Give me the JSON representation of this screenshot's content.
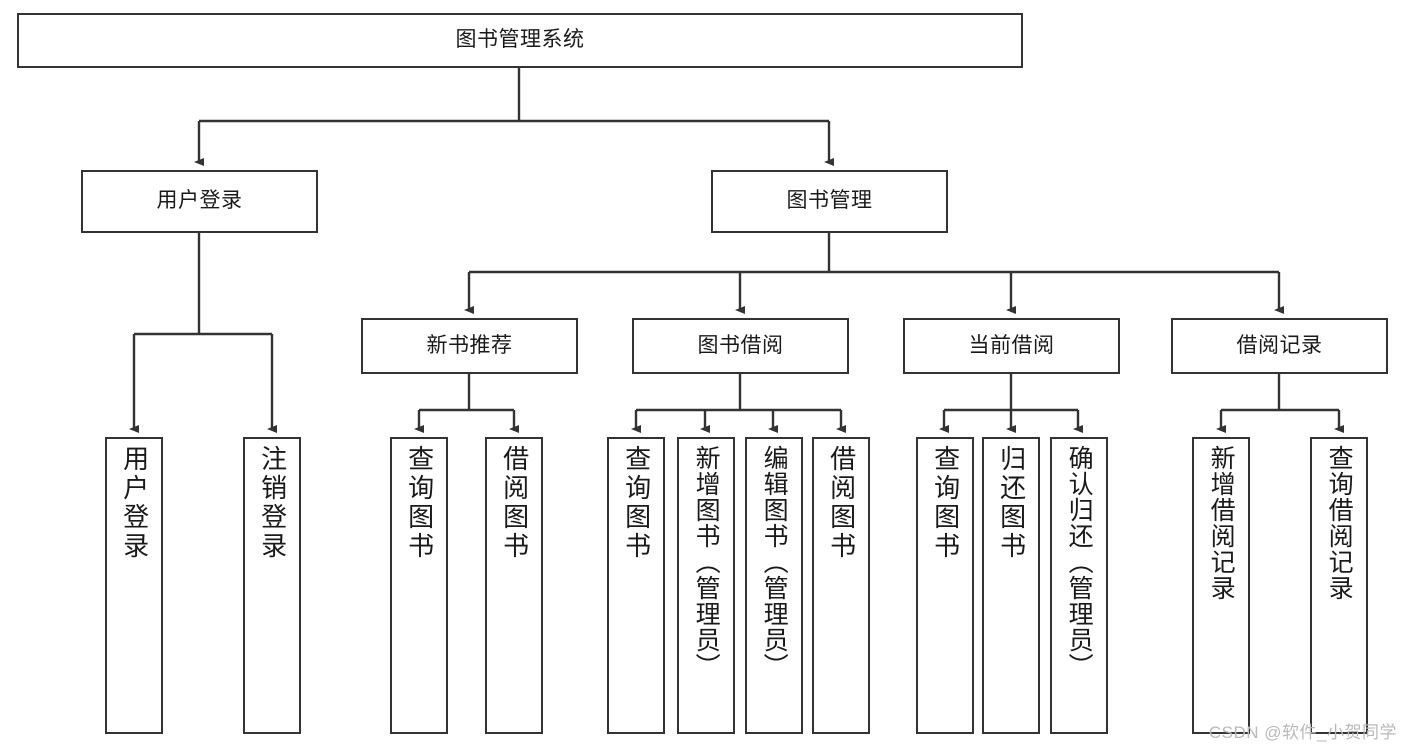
{
  "diagram": {
    "type": "tree-hierarchy",
    "title": "图书管理系统",
    "watermark": "CSDN @软件_小贺同学",
    "colors": {
      "node_border": "#333333",
      "node_fill": "#ffffff",
      "edge": "#333333",
      "text": "#1a1a1a",
      "watermark": "#b9b9b9",
      "background": "#ffffff"
    },
    "nodes": {
      "root": {
        "label": "图书管理系统"
      },
      "level2": [
        {
          "id": "user-login",
          "label": "用户登录"
        },
        {
          "id": "book-management",
          "label": "图书管理"
        }
      ],
      "level3": [
        {
          "id": "new-book-recommend",
          "label": "新书推荐"
        },
        {
          "id": "book-borrow",
          "label": "图书借阅"
        },
        {
          "id": "current-borrow",
          "label": "当前借阅"
        },
        {
          "id": "borrow-record",
          "label": "借阅记录"
        }
      ],
      "leaves": {
        "user-login": [
          {
            "id": "leaf-user-login",
            "label": "用户登录"
          },
          {
            "id": "leaf-logout-login",
            "label": "注销登录"
          }
        ],
        "new-book-recommend": [
          {
            "id": "leaf-query-book-1",
            "label": "查询图书"
          },
          {
            "id": "leaf-borrow-book-1",
            "label": "借阅图书"
          }
        ],
        "book-borrow": [
          {
            "id": "leaf-query-book-2",
            "label": "查询图书"
          },
          {
            "id": "leaf-add-book-admin",
            "label": "新增图书（管理员）"
          },
          {
            "id": "leaf-edit-book-admin",
            "label": "编辑图书（管理员）"
          },
          {
            "id": "leaf-borrow-book-2",
            "label": "借阅图书"
          }
        ],
        "current-borrow": [
          {
            "id": "leaf-query-book-3",
            "label": "查询图书"
          },
          {
            "id": "leaf-return-book",
            "label": "归还图书"
          },
          {
            "id": "leaf-confirm-return-admin",
            "label": "确认归还（管理员）"
          }
        ],
        "borrow-record": [
          {
            "id": "leaf-add-borrow-record",
            "label": "新增借阅记录"
          },
          {
            "id": "leaf-query-borrow-record",
            "label": "查询借阅记录"
          }
        ]
      }
    }
  }
}
